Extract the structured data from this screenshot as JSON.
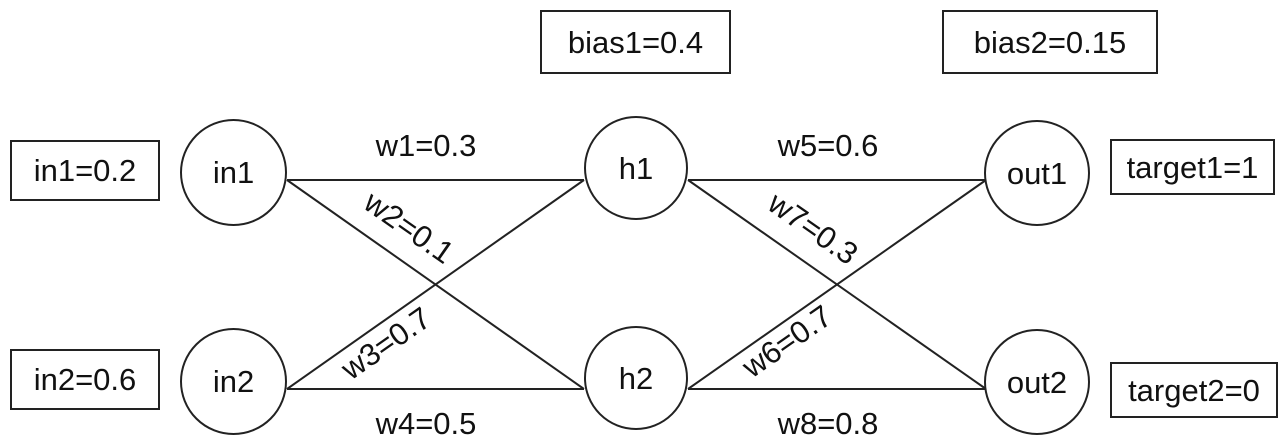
{
  "inputs": {
    "in1": "in1=0.2",
    "in2": "in2=0.6"
  },
  "biases": {
    "bias1": "bias1=0.4",
    "bias2": "bias2=0.15"
  },
  "targets": {
    "target1": "target1=1",
    "target2": "target2=0"
  },
  "nodes": {
    "in1": "in1",
    "in2": "in2",
    "h1": "h1",
    "h2": "h2",
    "out1": "out1",
    "out2": "out2"
  },
  "weights": {
    "w1": "w1=0.3",
    "w2": "w2=0.1",
    "w3": "w3=0.7",
    "w4": "w4=0.5",
    "w5": "w5=0.6",
    "w6": "w6=0.7",
    "w7": "w7=0.3",
    "w8": "w8=0.8"
  }
}
